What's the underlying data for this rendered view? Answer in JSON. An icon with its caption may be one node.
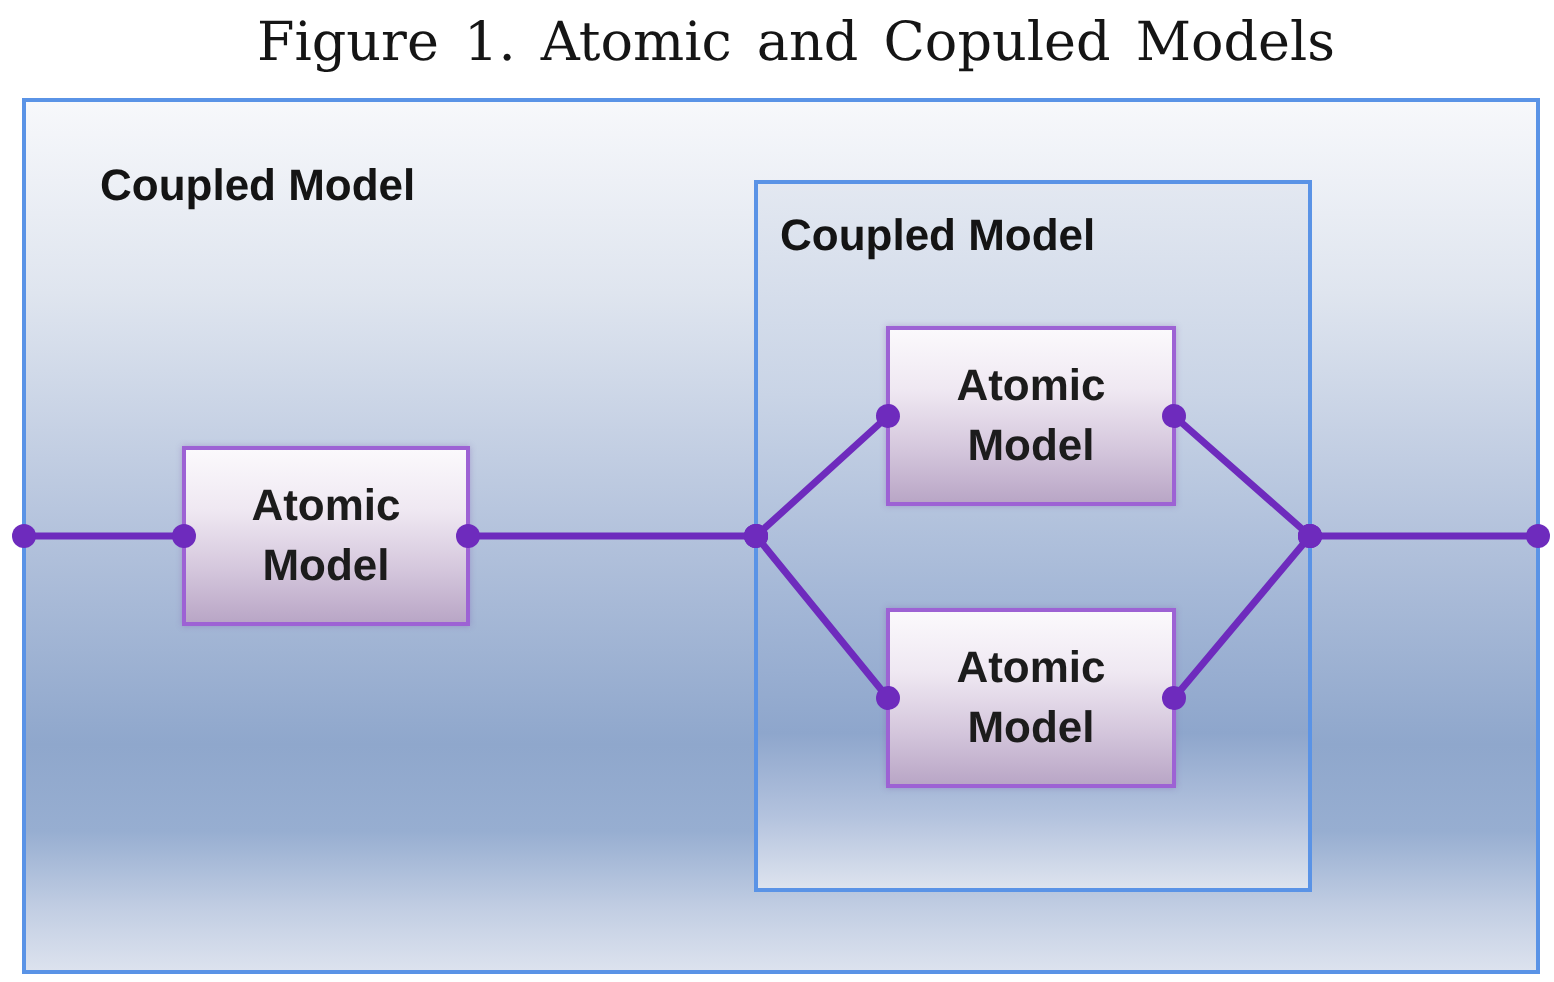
{
  "diagram": {
    "caption": "Figure 1. Atomic and Copuled Models",
    "nodes": [
      {
        "text": [
          "Coupled Model"
        ]
      },
      {
        "text": [
          "Atomic Model"
        ],
        "in": 0
      },
      {
        "text": [
          "Coupled Model"
        ],
        "in": 0
      },
      {
        "text": [
          "Atomic Model"
        ],
        "in": 2
      },
      {
        "text": [
          "Atomic Model"
        ],
        "in": 2
      }
    ],
    "edges": [
      {
        "from": 0,
        "to": 1,
        "arrow": "other"
      },
      {
        "from": 1,
        "to": 2,
        "arrow": "other"
      },
      {
        "from": 2,
        "to": 3,
        "arrow": "other"
      },
      {
        "from": 2,
        "to": 4,
        "arrow": "other"
      },
      {
        "from": 3,
        "to": 2,
        "arrow": "other"
      },
      {
        "from": 4,
        "to": 2,
        "arrow": "other"
      },
      {
        "from": 2,
        "to": 0,
        "arrow": "other"
      }
    ]
  }
}
